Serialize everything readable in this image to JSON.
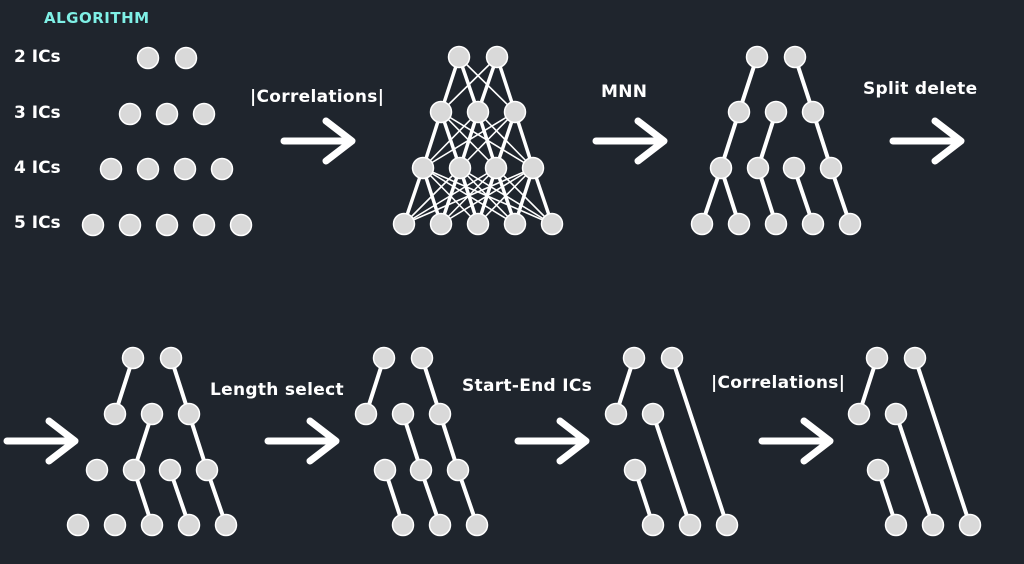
{
  "header": {
    "title": "ALGORITHM"
  },
  "row_labels": [
    "2 ICs",
    "3 ICs",
    "4 ICs",
    "5 ICs"
  ],
  "steps": [
    {
      "label": "|Correlations|"
    },
    {
      "label": "MNN"
    },
    {
      "label": "Split delete"
    },
    {
      "label": "Length select"
    },
    {
      "label": "Start-End ICs"
    },
    {
      "label": "|Correlations|"
    }
  ],
  "colors": {
    "background": "#1f252d",
    "node": "#d9d9d9",
    "node_outline": "#ffffff",
    "edge": "#ffffff",
    "title": "#7ff0e6",
    "text": "#ffffff"
  }
}
